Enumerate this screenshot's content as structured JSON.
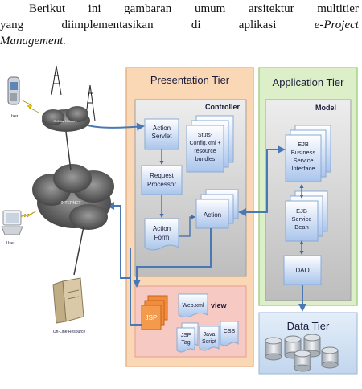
{
  "intro": {
    "line1": [
      "Berikut",
      "ini",
      "gambaran",
      "umum",
      "arsitektur",
      "multitier"
    ],
    "line2": [
      "yang",
      "diimplementasikan",
      "di",
      "aplikasi",
      "e-Project"
    ],
    "line3": "Management."
  },
  "diagram": {
    "presentation_tier": "Presentation Tier",
    "application_tier": "Application Tier",
    "controller": "Controller",
    "model": "Model",
    "view": "view",
    "data_tier": "Data Tier",
    "action_servlet": [
      "Action",
      "Servlet"
    ],
    "struts_config": [
      "Stuts-",
      "Config.xml +",
      "resource",
      "bundles"
    ],
    "request_processor": [
      "Request",
      "Processor"
    ],
    "action": "Action",
    "action_form": [
      "Action",
      "Form"
    ],
    "ejb_business": [
      "EJB",
      "Business",
      "Service",
      "Interface"
    ],
    "ejb_service_bean": [
      "EJB",
      "Service",
      "Bean"
    ],
    "dao": "DAO",
    "jsp": "JSP",
    "web_xml": "Web.xml",
    "jsp_tag": [
      "JSP",
      "Tag"
    ],
    "java_script": [
      "Java",
      "Script"
    ],
    "css": "CSS",
    "user1": "User",
    "user2": "User",
    "online_resource": "On-Line Resource",
    "cloud_top": "Cellular Network",
    "cloud_main": "INTERNET"
  }
}
